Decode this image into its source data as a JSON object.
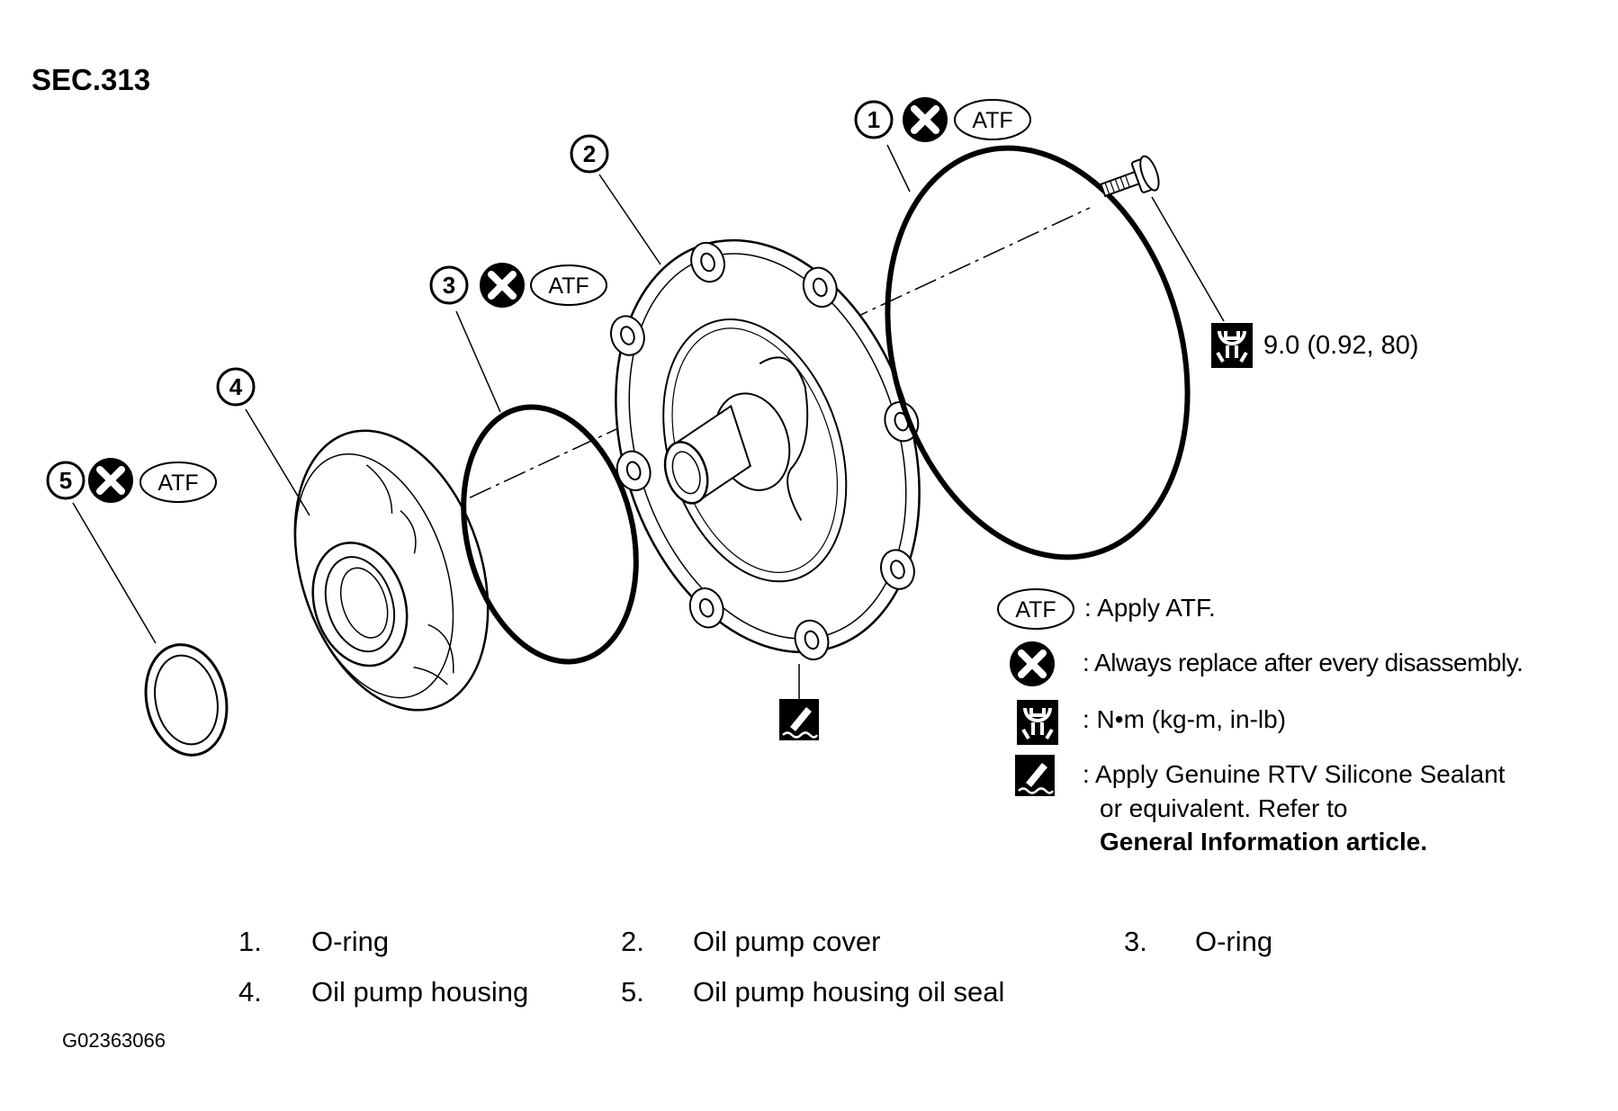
{
  "section": "SEC.313",
  "callouts": [
    {
      "number": "1",
      "symbols": [
        "replace-icon",
        "ATF"
      ]
    },
    {
      "number": "2",
      "symbols": []
    },
    {
      "number": "3",
      "symbols": [
        "replace-icon",
        "ATF"
      ]
    },
    {
      "number": "4",
      "symbols": []
    },
    {
      "number": "5",
      "symbols": [
        "replace-icon",
        "ATF"
      ]
    }
  ],
  "atf_label": "ATF",
  "bolt_torque": "9.0 (0.92, 80)",
  "legend": {
    "atf": ": Apply ATF.",
    "replace": ": Always replace after every disassembly.",
    "torque": ":  N•m  (kg-m,  in-lb)",
    "sealant_line1": ":  Apply Genuine RTV Silicone Sealant",
    "sealant_line2": "or equivalent. Refer to",
    "sealant_line3": "General Information article."
  },
  "parts": [
    {
      "num": "1.",
      "name": "O-ring"
    },
    {
      "num": "2.",
      "name": "Oil pump cover"
    },
    {
      "num": "3.",
      "name": "O-ring"
    },
    {
      "num": "4.",
      "name": "Oil pump housing"
    },
    {
      "num": "5.",
      "name": "Oil pump housing oil seal"
    }
  ],
  "figure_code": "G02363066"
}
